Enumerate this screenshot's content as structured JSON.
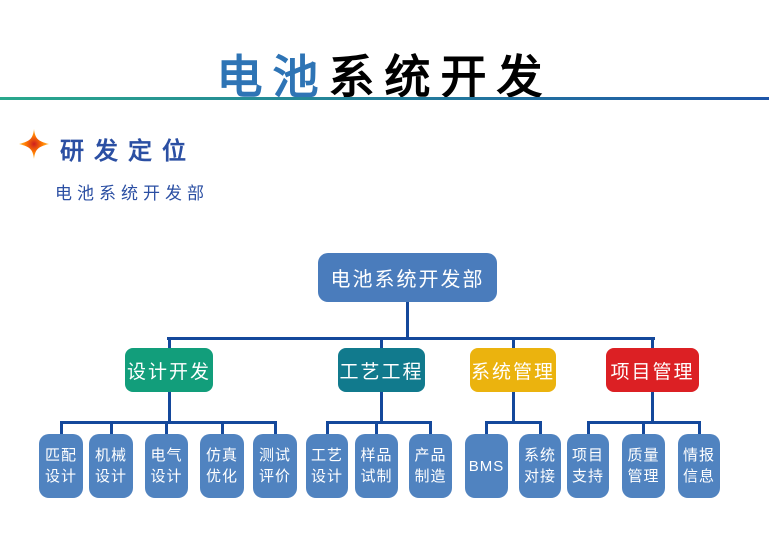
{
  "header": {
    "title_highlight": "电池",
    "title_rest": "系统开发"
  },
  "section": {
    "icon": "sparkle-star-icon",
    "heading": "研发定位",
    "subheading": "电池系统开发部"
  },
  "org_chart": {
    "root": {
      "label": "电池系统开发部",
      "color": "#4A7CBC"
    },
    "groups": [
      {
        "label": "设计开发",
        "color": "#129E7B",
        "children": [
          "匹配设计",
          "机械设计",
          "电气设计",
          "仿真优化",
          "测试评价"
        ]
      },
      {
        "label": "工艺工程",
        "color": "#117A8D",
        "children": [
          "工艺设计",
          "样品试制",
          "产品制造"
        ]
      },
      {
        "label": "系统管理",
        "color": "#EBB30E",
        "children": [
          "BMS",
          "系统对接"
        ]
      },
      {
        "label": "项目管理",
        "color": "#DC2024",
        "children": [
          "项目支持",
          "质量管理",
          "情报信息"
        ]
      }
    ],
    "leaf_color": "#5083C0",
    "connector_color": "#14489B"
  },
  "colors": {
    "title_accent": "#2E74B5",
    "title_text": "#000000",
    "heading_blue": "#2B4FA3",
    "divider_gradient_start": "#29A88C",
    "divider_gradient_end": "#1E55A8"
  }
}
